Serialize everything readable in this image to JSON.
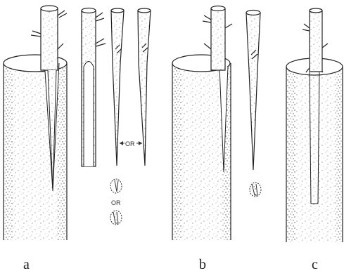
{
  "figure": {
    "panels": [
      {
        "id": "a",
        "label": "a"
      },
      {
        "id": "b",
        "label": "b"
      },
      {
        "id": "c",
        "label": "c"
      }
    ],
    "annotations": {
      "or_between_scions": "OR",
      "or_between_sections": "OR"
    }
  }
}
